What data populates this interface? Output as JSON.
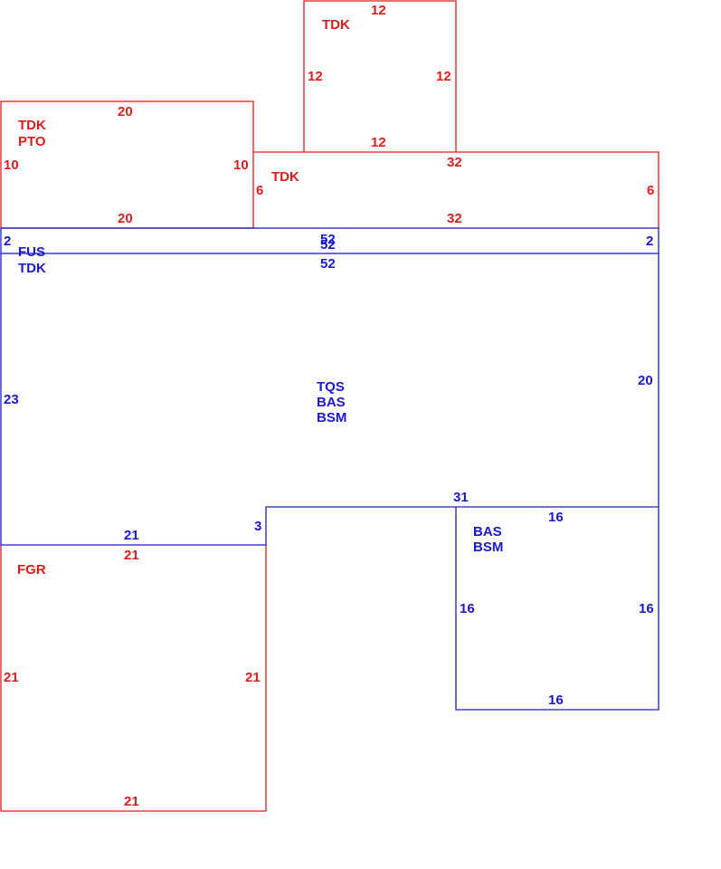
{
  "colors": {
    "red": "#dd1c1c",
    "blue": "#1a1acc"
  },
  "areas": {
    "tdk_top": {
      "codes": [
        "TDK"
      ],
      "dims": {
        "top": "12",
        "left": "12",
        "right": "12",
        "bottom": "12"
      }
    },
    "tdk_pto": {
      "codes": [
        "TDK",
        "PTO"
      ],
      "dims": {
        "top": "20",
        "left": "10",
        "right": "10",
        "bottom": "20"
      }
    },
    "tdk_right": {
      "codes": [
        "TDK"
      ],
      "dims": {
        "top": "32",
        "left": "6",
        "right": "6",
        "bottom": "32"
      }
    },
    "fus_tdk": {
      "codes": [
        "FUS",
        "TDK"
      ],
      "dims": {
        "top": "52",
        "left": "2",
        "right": "2",
        "bottom": "52"
      }
    },
    "main": {
      "codes": [
        "TQS",
        "BAS",
        "BSM"
      ],
      "dims": {
        "top": "52",
        "left": "23",
        "right": "20",
        "step": "3",
        "bottom_left": "21",
        "bottom_right": "31"
      }
    },
    "bas_bsm": {
      "codes": [
        "BAS",
        "BSM"
      ],
      "dims": {
        "top": "16",
        "left": "16",
        "right": "16",
        "bottom": "16"
      }
    },
    "fgr": {
      "codes": [
        "FGR"
      ],
      "dims": {
        "top": "21",
        "left": "21",
        "right": "21",
        "bottom": "21"
      }
    }
  }
}
